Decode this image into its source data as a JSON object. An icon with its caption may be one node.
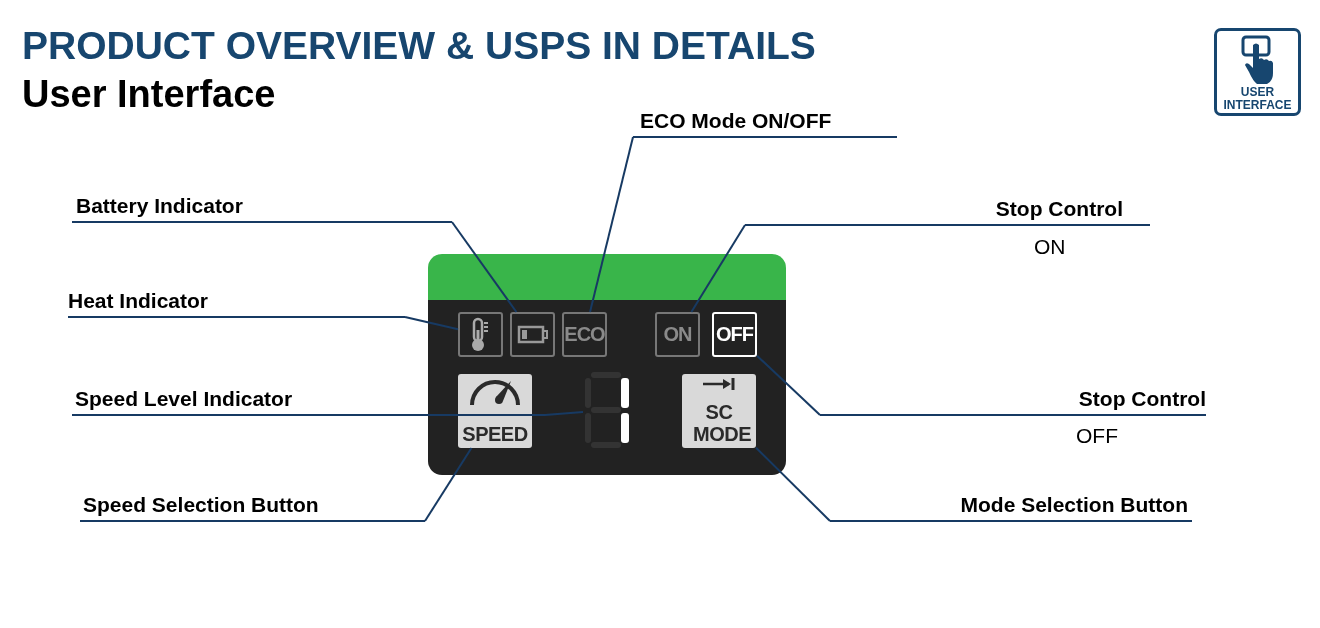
{
  "diagram": {
    "title": "PRODUCT OVERVIEW & USPS IN DETAILS",
    "nodes": [
      {
        "text": [],
        "shape": "box"
      },
      {
        "text": [],
        "shape": "picture",
        "in": 0
      },
      {
        "text": [],
        "shape": "picture",
        "in": 0
      },
      {
        "text": [
          "ECO"
        ],
        "in": 0
      },
      {
        "text": [
          "ON"
        ],
        "in": 0
      },
      {
        "text": [
          "OFF"
        ],
        "in": 0
      },
      {
        "text": [
          "SPEED"
        ],
        "in": 0
      },
      {
        "text": [],
        "shape": "picture",
        "in": 0
      },
      {
        "text": [
          "SC MODE"
        ],
        "in": 0
      },
      {
        "text": [
          "ECO Mode ON/OFF"
        ]
      },
      {
        "text": [
          "Battery Indicator"
        ]
      },
      {
        "text": [
          "Stop Control"
        ],
        "beside": [
          "ON"
        ]
      },
      {
        "text": [
          "Heat Indicator"
        ]
      },
      {
        "text": [
          "Speed Level Indicator"
        ]
      },
      {
        "text": [
          "Stop Control"
        ],
        "beside": [
          "OFF"
        ]
      },
      {
        "text": [
          "Speed Selection Button"
        ]
      },
      {
        "text": [
          "Mode Selection Button"
        ]
      }
    ],
    "edges": [
      {
        "from": 9,
        "to": 3,
        "arrow": "none"
      },
      {
        "from": 10,
        "to": 2,
        "arrow": "none"
      },
      {
        "from": 11,
        "to": 4,
        "arrow": "none"
      },
      {
        "from": 12,
        "to": 1,
        "arrow": "none"
      },
      {
        "from": 13,
        "to": 7,
        "arrow": "none"
      },
      {
        "from": 14,
        "to": 5,
        "arrow": "none"
      },
      {
        "from": 15,
        "to": 6,
        "arrow": "none"
      },
      {
        "from": 16,
        "to": 8,
        "arrow": "none"
      }
    ],
    "labels": [
      "User Interface",
      "USER INTERFACE"
    ]
  }
}
